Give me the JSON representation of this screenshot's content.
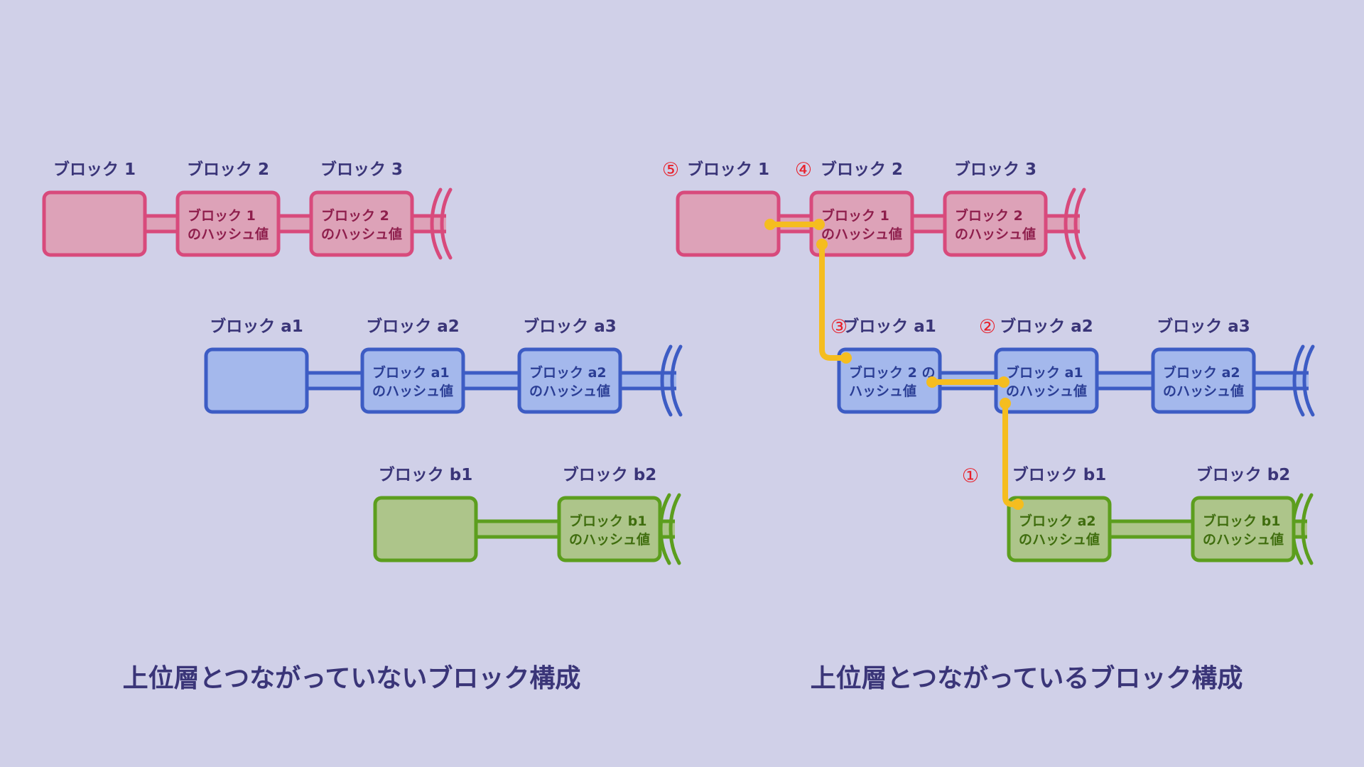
{
  "captions": {
    "left": "上位層とつながっていないブロック構成",
    "right": "上位層とつながっているブロック構成"
  },
  "colors": {
    "background": "#d0d0e8",
    "label": "#3a3578",
    "pink_fill": "#dda2b8",
    "pink_stroke": "#d84a7c",
    "pink_text": "#8e1e4c",
    "blue_fill": "#a4b8ec",
    "blue_stroke": "#3d5cc4",
    "blue_text": "#2a3d94",
    "green_fill": "#adc58a",
    "green_stroke": "#5c9e1e",
    "green_text": "#3f6d0e",
    "link": "#f5bd1f",
    "number": "#e8202a"
  },
  "left": {
    "pink_labels": [
      "ブロック 1",
      "ブロック 2",
      "ブロック 3"
    ],
    "pink_contents": [
      [],
      [
        "ブロック 1",
        "のハッシュ値"
      ],
      [
        "ブロック 2",
        "のハッシュ値"
      ]
    ],
    "blue_labels": [
      "ブロック a1",
      "ブロック a2",
      "ブロック a3"
    ],
    "blue_contents": [
      [],
      [
        "ブロック a1",
        "のハッシュ値"
      ],
      [
        "ブロック a2",
        "のハッシュ値"
      ]
    ],
    "green_labels": [
      "ブロック b1",
      "ブロック b2"
    ],
    "green_contents": [
      [],
      [
        "ブロック b1",
        "のハッシュ値"
      ]
    ]
  },
  "right": {
    "pink_labels": [
      "ブロック 1",
      "ブロック 2",
      "ブロック 3"
    ],
    "pink_contents": [
      [],
      [
        "ブロック 1",
        "のハッシュ値"
      ],
      [
        "ブロック 2",
        "のハッシュ値"
      ]
    ],
    "blue_labels": [
      "ブロック a1",
      "ブロック a2",
      "ブロック a3"
    ],
    "blue_contents": [
      [
        "ブロック 2 の",
        "ハッシュ値"
      ],
      [
        "ブロック a1",
        "のハッシュ値"
      ],
      [
        "ブロック a2",
        "のハッシュ値"
      ]
    ],
    "green_labels": [
      "ブロック b1",
      "ブロック b2"
    ],
    "green_contents": [
      [
        "ブロック a2",
        "のハッシュ値"
      ],
      [
        "ブロック b1",
        "のハッシュ値"
      ]
    ],
    "step_numbers": [
      "①",
      "②",
      "③",
      "④",
      "⑤"
    ]
  }
}
